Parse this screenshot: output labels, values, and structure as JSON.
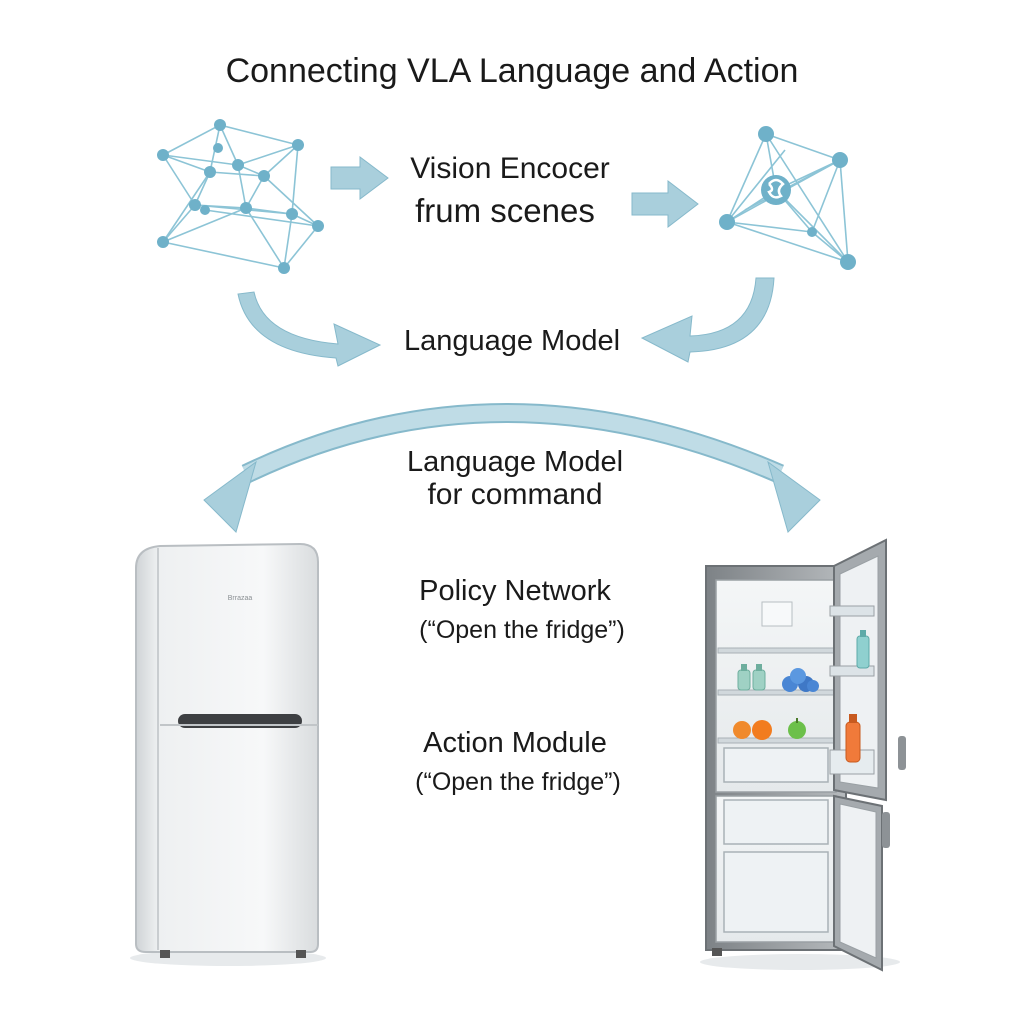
{
  "title": "Connecting VLA Language and Action",
  "vision_encoder": {
    "line1": "Vision Encocer",
    "line2": "frum scenes"
  },
  "language_model": "Language Model",
  "language_model_command": {
    "line1": "Language Model",
    "line2": "for command"
  },
  "policy_network": {
    "title": "Policy Network",
    "command": "(“Open the fridge”)"
  },
  "action_module": {
    "title": "Action Module",
    "command": "(“Open the fridge”)"
  },
  "fridge_closed": {
    "brand": "Brrazaa"
  },
  "colors": {
    "arrow": "#a9cfdc",
    "arrow_stroke": "#86b9cb",
    "node": "#6fb1c9",
    "edge": "#8cc4d6"
  },
  "icons": [
    "neural-network-left-icon",
    "neural-network-right-icon",
    "closed-fridge-icon",
    "open-fridge-icon"
  ]
}
